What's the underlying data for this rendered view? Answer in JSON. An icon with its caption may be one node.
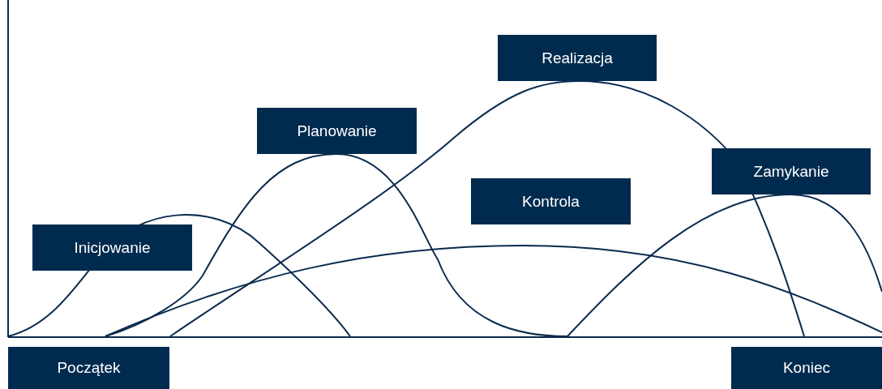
{
  "diagram": {
    "nodes": [
      {
        "text": [
          "Realizacja"
        ]
      },
      {
        "text": [
          "Planowanie"
        ]
      },
      {
        "text": [
          "Zamykanie"
        ]
      },
      {
        "text": [
          "Kontrola"
        ]
      },
      {
        "text": [
          "Inicjowanie"
        ]
      },
      {
        "text": [
          "Początek"
        ]
      },
      {
        "text": [
          "Koniec"
        ]
      }
    ],
    "edges": []
  }
}
